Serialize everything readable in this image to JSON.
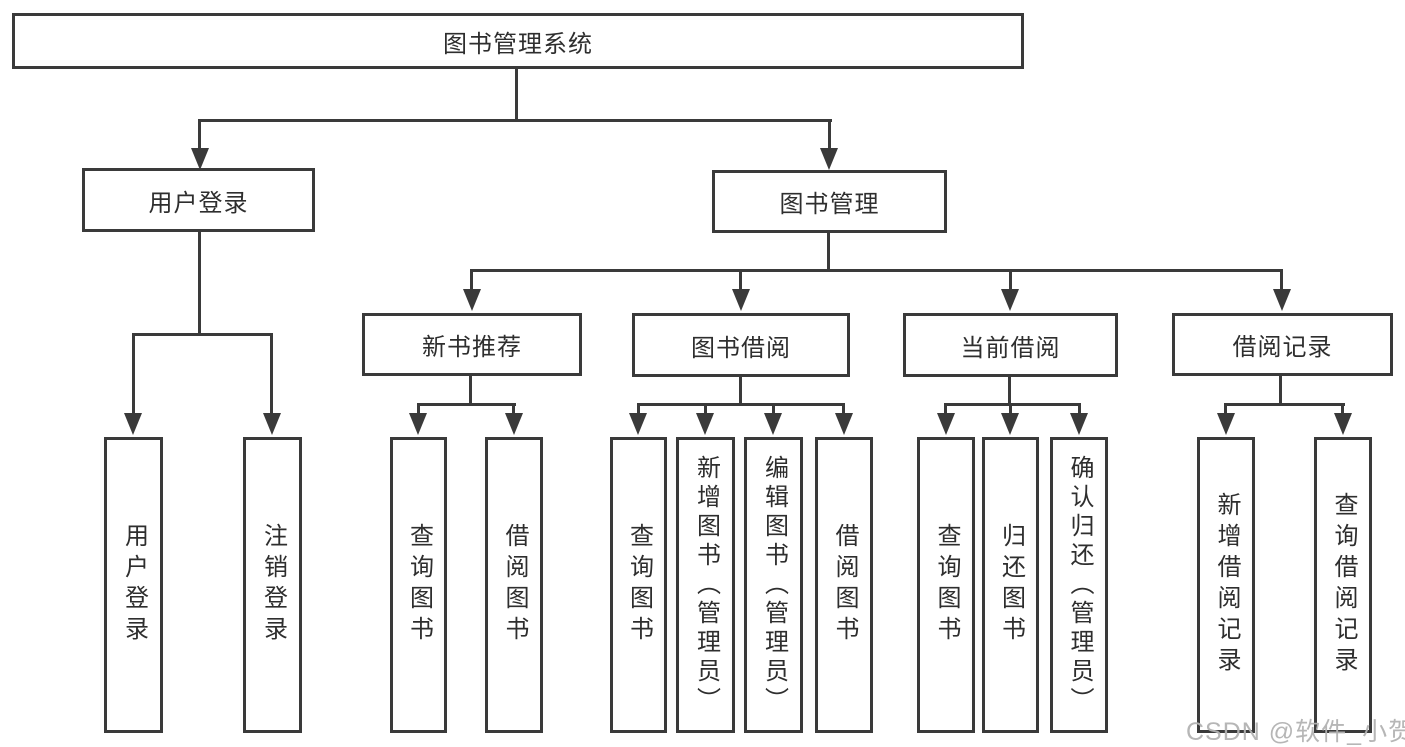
{
  "diagram": {
    "root": {
      "label": "图书管理系统"
    },
    "level2": [
      {
        "label": "用户登录"
      },
      {
        "label": "图书管理"
      }
    ],
    "level3": [
      {
        "label": "新书推荐"
      },
      {
        "label": "图书借阅"
      },
      {
        "label": "当前借阅"
      },
      {
        "label": "借阅记录"
      }
    ],
    "leaves": {
      "user_login": [
        "用户登录",
        "注销登录"
      ],
      "new_book": [
        "查询图书",
        "借阅图书"
      ],
      "book_borrow": [
        "查询图书",
        "新增图书（管理员）",
        "编辑图书（管理员）",
        "借阅图书"
      ],
      "current_borrow": [
        "查询图书",
        "归还图书",
        "确认归还（管理员）"
      ],
      "borrow_record": [
        "新增借阅记录",
        "查询借阅记录"
      ]
    }
  },
  "watermark": {
    "text": "CSDN @软件_小贺同学"
  },
  "colors": {
    "line": "#3a3a3a",
    "text": "#2e2e2e",
    "watermark": "#b3b3b3",
    "background": "#ffffff"
  }
}
